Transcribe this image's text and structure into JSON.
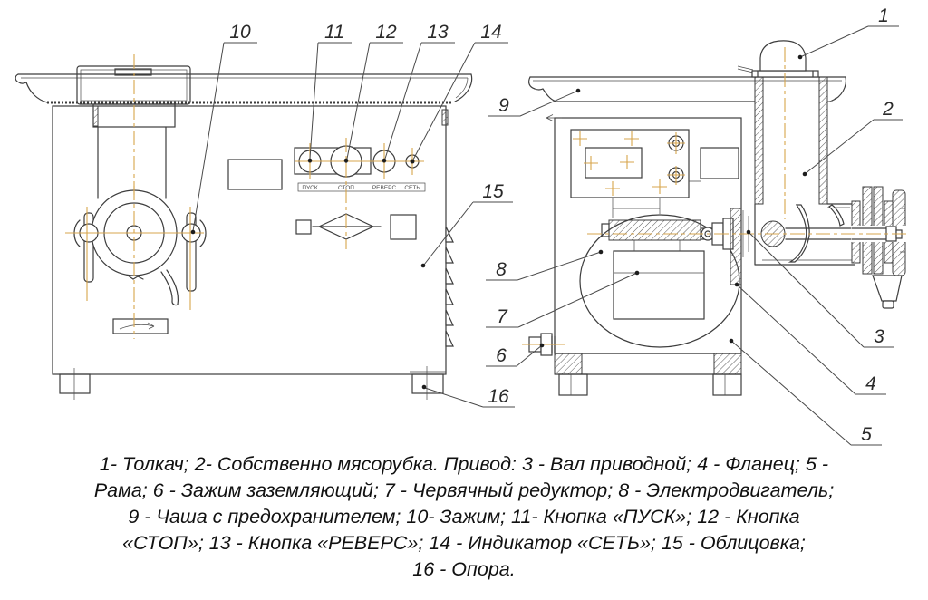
{
  "figure": {
    "callouts": {
      "n1": "1",
      "n2": "2",
      "n3": "3",
      "n4": "4",
      "n5": "5",
      "n6": "6",
      "n7": "7",
      "n8": "8",
      "n9": "9",
      "n10": "10",
      "n11": "11",
      "n12": "12",
      "n13": "13",
      "n14": "14",
      "n15": "15",
      "n16": "16"
    },
    "panel_labels": {
      "start": "ПУСК",
      "stop": "СТОП",
      "reverse": "РЕВЕРС",
      "power": "СЕТЬ"
    },
    "caption_lines": [
      "1- Толкач; 2- Собственно мясорубка. Привод: 3 - Вал приводной; 4 - Фланец; 5 -",
      "Рама;  6 - Зажим заземляющий; 7 - Червячный редуктор; 8 - Электродвигатель;",
      "9 - Чаша с предохранителем; 10- Зажим; 11- Кнопка «ПУСК»; 12 - Кнопка",
      "«СТОП»; 13 -  Кнопка «РЕВЕРС»; 14 - Индикатор «СЕТЬ»; 15 - Облицовка;",
      "16 - Опора."
    ],
    "colors": {
      "line": "#3d3d3d",
      "centerline": "#d7a54c",
      "background": "#ffffff"
    }
  }
}
